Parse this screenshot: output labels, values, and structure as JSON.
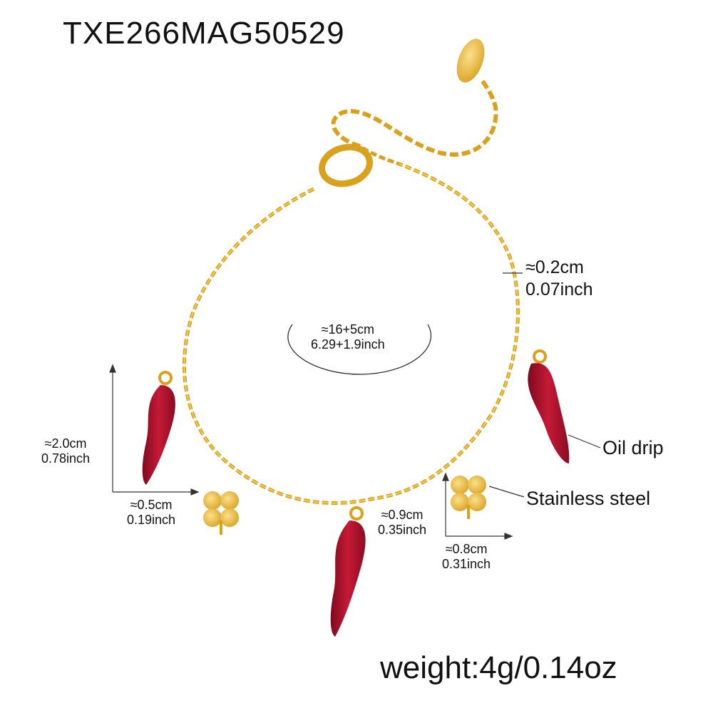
{
  "title": "TXE266MAG50529",
  "dimensions": {
    "link": {
      "metric": "≈0.2cm",
      "imperial": "0.07inch"
    },
    "length": {
      "metric": "≈16+5cm",
      "imperial": "6.29+1.9inch"
    },
    "pepper_height": {
      "metric": "≈2.0cm",
      "imperial": "0.78inch"
    },
    "pepper_width": {
      "metric": "≈0.5cm",
      "imperial": "0.19inch"
    },
    "clover_height": {
      "metric": "≈0.9cm",
      "imperial": "0.35inch"
    },
    "clover_width": {
      "metric": "≈0.8cm",
      "imperial": "0.31inch"
    }
  },
  "labels": {
    "oil_drip": "Oil drip",
    "material": "Stainless steel"
  },
  "weight": "weight:4g/0.14oz",
  "colors": {
    "gold": "#d9a11e",
    "red": "#b0142c"
  }
}
